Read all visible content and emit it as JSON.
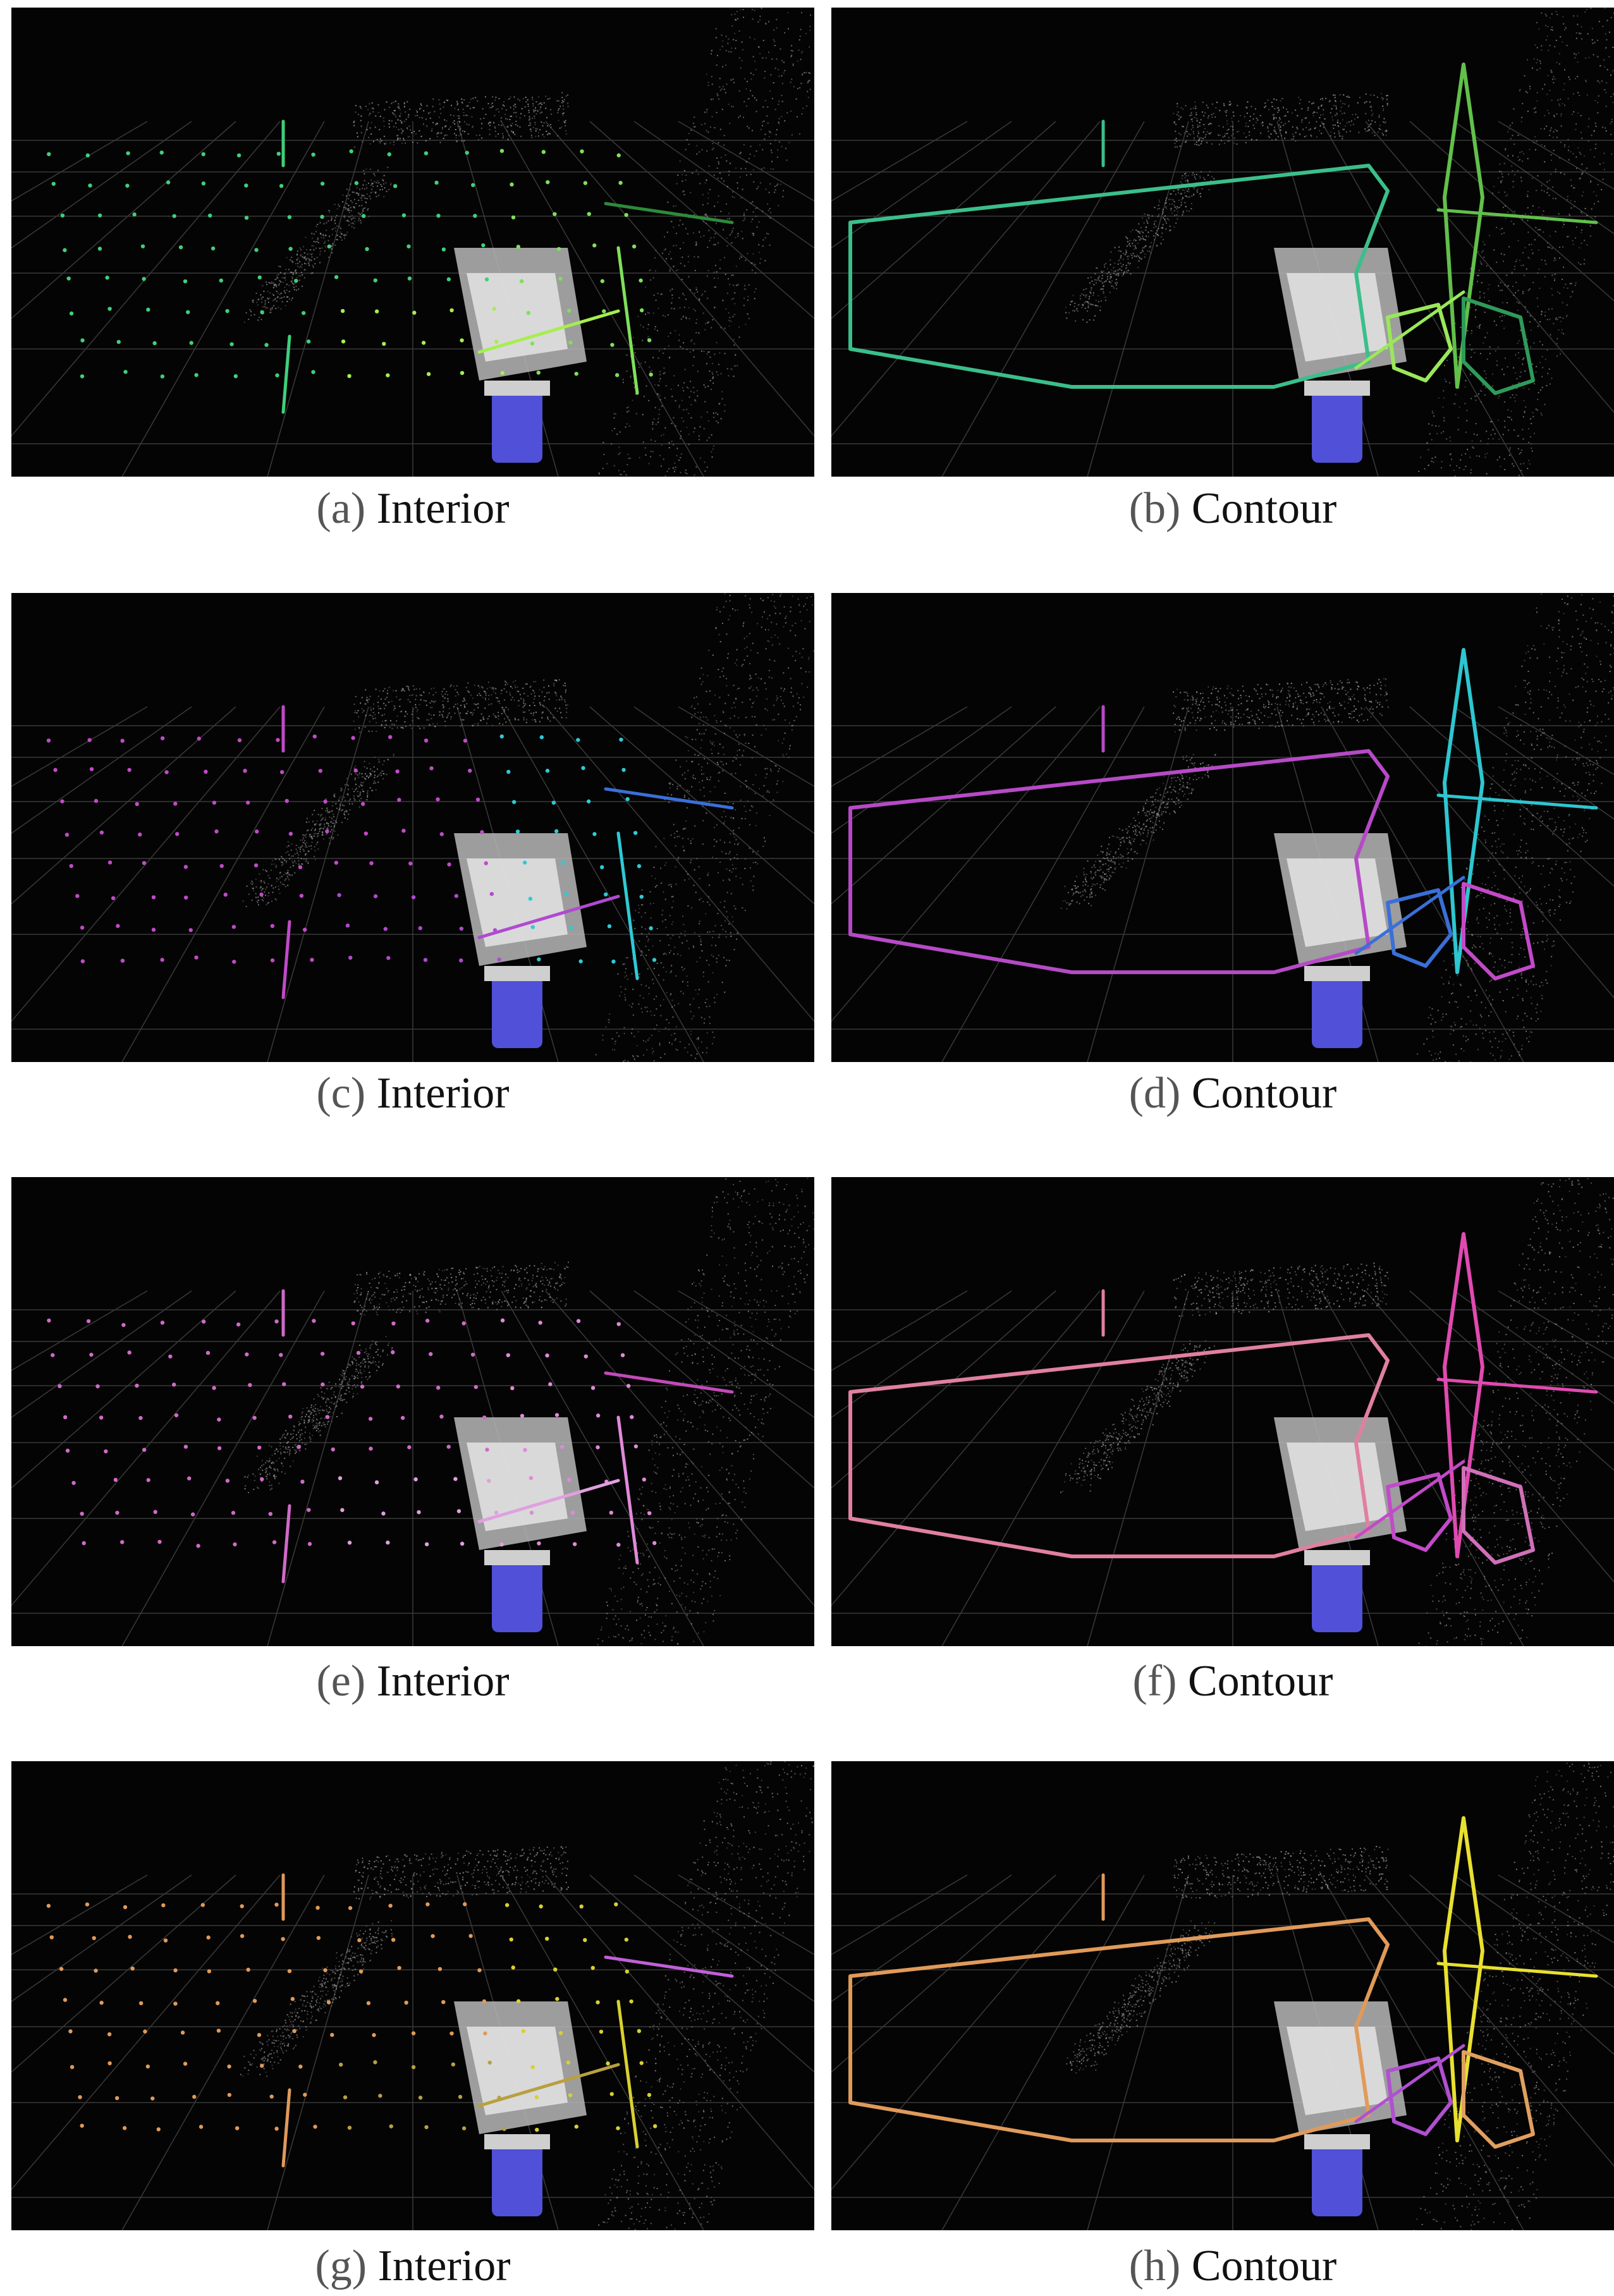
{
  "figure": {
    "panels": [
      {
        "tag": "(a)",
        "label": "Interior",
        "mode": "interior",
        "colors": [
          "#3fd07a",
          "#7fe05a",
          "#2e8a3a",
          "#a6ee50"
        ]
      },
      {
        "tag": "(b)",
        "label": "Contour",
        "mode": "contour",
        "colors": [
          "#3bbf8a",
          "#62c04a",
          "#9ae85a",
          "#2f9a5a"
        ]
      },
      {
        "tag": "(c)",
        "label": "Interior",
        "mode": "interior",
        "colors": [
          "#c24ac8",
          "#2ecad6",
          "#3a6fd8",
          "#b04ad0"
        ]
      },
      {
        "tag": "(d)",
        "label": "Contour",
        "mode": "contour",
        "colors": [
          "#b64ac6",
          "#2ec6d0",
          "#3a6fd8",
          "#c24ac8"
        ]
      },
      {
        "tag": "(e)",
        "label": "Interior",
        "mode": "interior",
        "colors": [
          "#d06ac8",
          "#e08ad8",
          "#c24ab8",
          "#e0a0e0"
        ]
      },
      {
        "tag": "(f)",
        "label": "Contour",
        "mode": "contour",
        "colors": [
          "#e080a0",
          "#e04ab0",
          "#c24ac8",
          "#d070b8"
        ]
      },
      {
        "tag": "(g)",
        "label": "Interior",
        "mode": "interior",
        "colors": [
          "#e09a5a",
          "#d8d030",
          "#c060d8",
          "#b8a040"
        ]
      },
      {
        "tag": "(h)",
        "label": "Contour",
        "mode": "contour",
        "colors": [
          "#e09a5a",
          "#e8e030",
          "#b050d0",
          "#e0a060"
        ]
      }
    ]
  }
}
